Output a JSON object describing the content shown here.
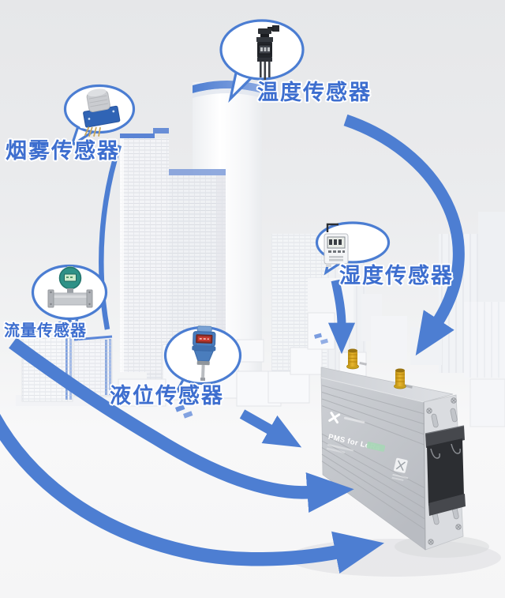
{
  "sensors": [
    {
      "id": "temperature",
      "label": "温度传感器",
      "icon": "pressure-transmitter-icon"
    },
    {
      "id": "smoke",
      "label": "烟雾传感器",
      "icon": "smoke-sensor-module-icon"
    },
    {
      "id": "humidity",
      "label": "湿度传感器",
      "icon": "humidity-data-logger-icon"
    },
    {
      "id": "flow",
      "label": "流量传感器",
      "icon": "electromagnetic-flow-meter-icon"
    },
    {
      "id": "liquid_level",
      "label": "液位传感器",
      "icon": "level-transmitter-icon"
    }
  ],
  "gateway": {
    "product_text": "PMS for LoRa"
  },
  "colors": {
    "arrow": "#4d7ed2",
    "label_text": "#3d6ecf",
    "bubble_border": "#4b7dd2",
    "building_accent": "#5b86d8",
    "roof_cap": "#4f7fd2",
    "antenna_gold": "#d9a821",
    "badge_green": "#a9d6b6",
    "device_body": "#c6c9ce",
    "din_clip": "#2c2e32"
  }
}
